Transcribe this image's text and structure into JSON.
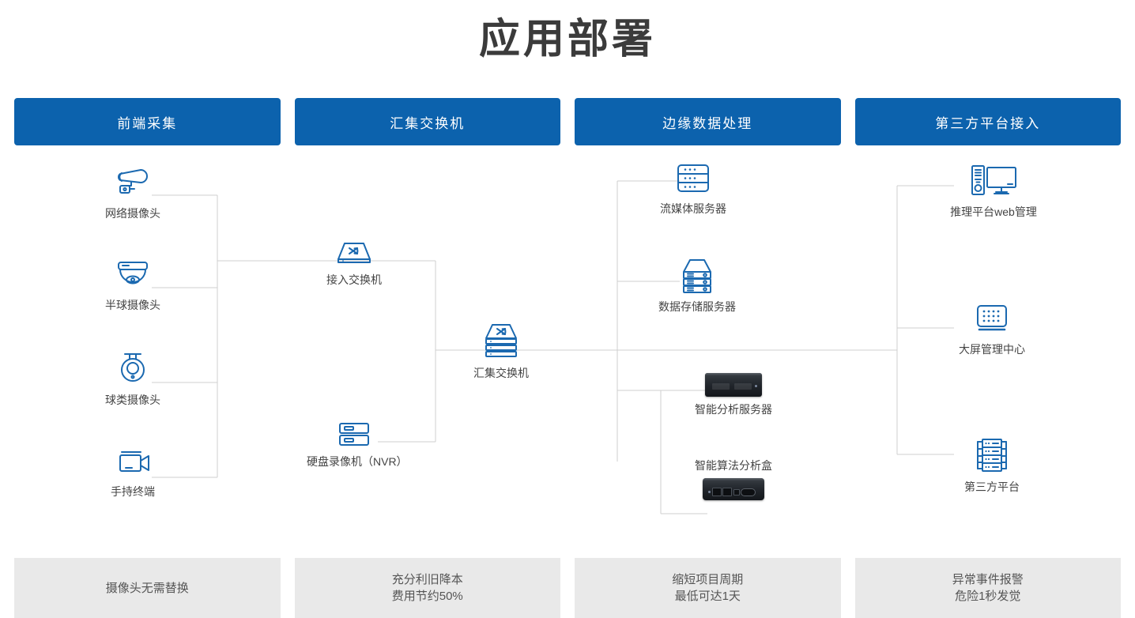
{
  "page": {
    "title": "应用部署",
    "accent_color": "#0c62ad",
    "icon_color": "#1b69b0",
    "wire_color": "#cfcfcf",
    "footer_bg": "#e9e9e9"
  },
  "columns": [
    {
      "header": "前端采集",
      "footer_lines": [
        "摄像头无需替换"
      ]
    },
    {
      "header": "汇集交换机",
      "footer_lines": [
        "充分利旧降本",
        "费用节约50%"
      ]
    },
    {
      "header": "边缘数据处理",
      "footer_lines": [
        "缩短项目周期",
        "最低可达1天"
      ]
    },
    {
      "header": "第三方平台接入",
      "footer_lines": [
        "异常事件报警",
        "危险1秒发觉"
      ]
    }
  ],
  "nodes": {
    "ipc": {
      "label": "网络摄像头",
      "icon": "bullet-camera-icon"
    },
    "dome": {
      "label": "半球摄像头",
      "icon": "dome-camera-icon"
    },
    "ptz": {
      "label": "球类摄像头",
      "icon": "ptz-camera-icon"
    },
    "handheld": {
      "label": "手持终端",
      "icon": "handheld-camera-icon"
    },
    "access_sw": {
      "label": "接入交换机",
      "icon": "switch-icon"
    },
    "nvr": {
      "label": "硬盘录像机（NVR）",
      "icon": "nvr-icon"
    },
    "core_sw": {
      "label": "汇集交换机",
      "icon": "stacked-switch-icon"
    },
    "stream": {
      "label": "流媒体服务器",
      "icon": "rack-server-icon"
    },
    "storage": {
      "label": "数据存储服务器",
      "icon": "storage-server-icon"
    },
    "ai_server": {
      "label": "智能分析服务器",
      "icon": "analysis-server-photo"
    },
    "ai_box": {
      "label": "智能算法分析盒",
      "icon": "analysis-box-photo"
    },
    "web_mgmt": {
      "label": "推理平台web管理",
      "icon": "desktop-pc-icon"
    },
    "videowall": {
      "label": "大屏管理中心",
      "icon": "video-wall-icon"
    },
    "third_party": {
      "label": "第三方平台",
      "icon": "server-rack-icon"
    }
  }
}
